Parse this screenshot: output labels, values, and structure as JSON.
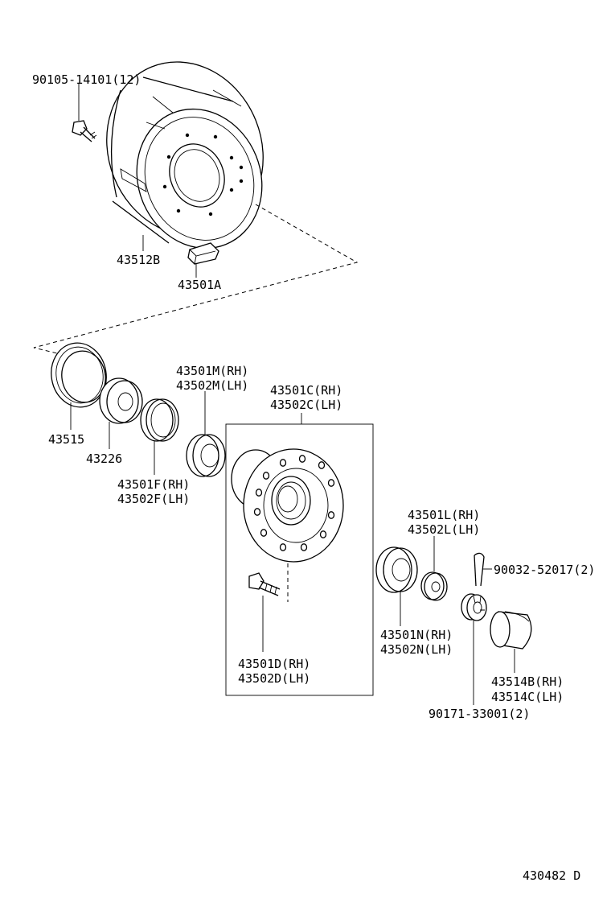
{
  "diagram": {
    "labels": {
      "bolt_top": "90105-14101(12)",
      "drum": "43512B",
      "drum_plug": "43501A",
      "oil_seal": "43515",
      "spacer": "43226",
      "race_f_rh": "43501F(RH)",
      "race_f_lh": "43502F(LH)",
      "bearing_m_rh": "43501M(RH)",
      "bearing_m_lh": "43502M(LH)",
      "hub_rh": "43501C(RH)",
      "hub_lh": "43502C(LH)",
      "hub_bolt_rh": "43501D(RH)",
      "hub_bolt_lh": "43502D(LH)",
      "washer_rh": "43501L(RH)",
      "washer_lh": "43502L(LH)",
      "bearing_n_rh": "43501N(RH)",
      "bearing_n_lh": "43502N(LH)",
      "cotter_pin": "90032-52017(2)",
      "nut": "90171-33001(2)",
      "cap_rh": "43514B(RH)",
      "cap_lh": "43514C(LH)",
      "figure_code": "430482 D"
    }
  }
}
